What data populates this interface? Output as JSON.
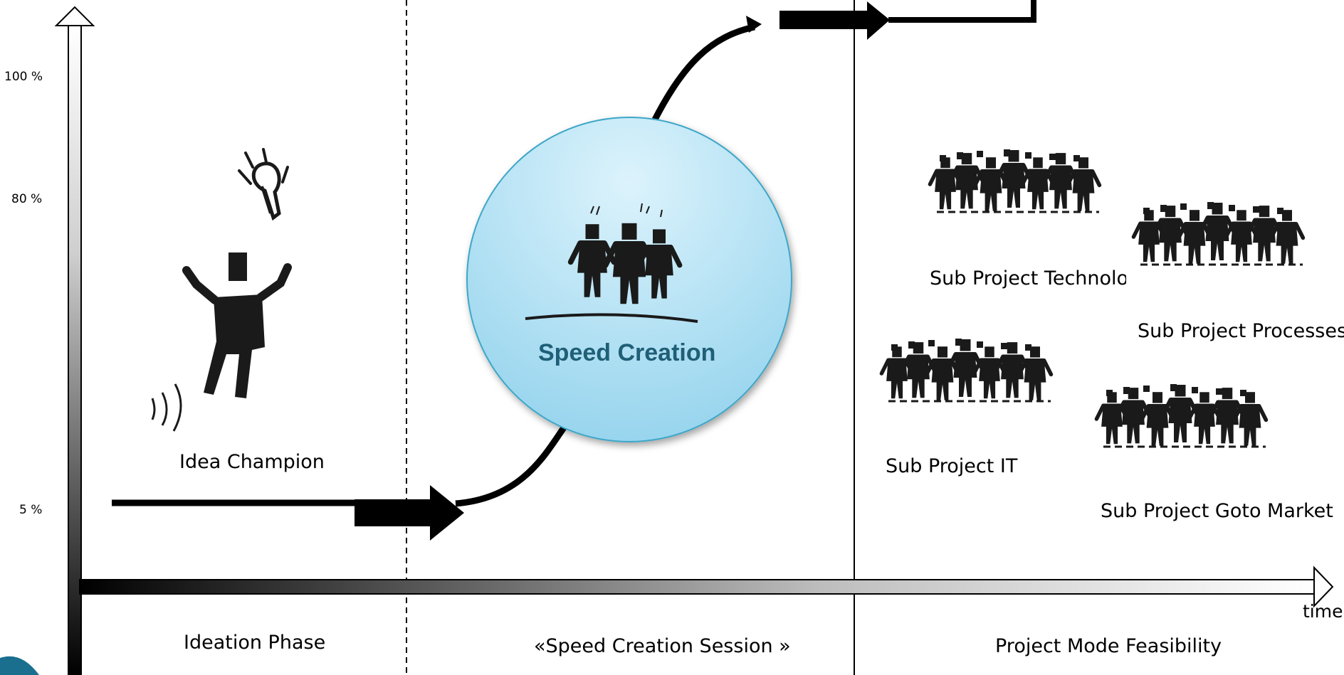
{
  "y_axis": {
    "ticks": [
      "100 %",
      "80 %",
      "5 %"
    ]
  },
  "x_axis": {
    "label": "time"
  },
  "phases": {
    "ideation": "Ideation Phase",
    "session": "«Speed Creation Session »",
    "project": "Project Mode  Feasibility"
  },
  "idea_champion": {
    "caption": "Idea Champion"
  },
  "speed_creation": {
    "title": "Speed Creation"
  },
  "sub_projects": {
    "technology": "Sub Project Technolo",
    "processes": "Sub Project Processes",
    "it": "Sub Project IT",
    "goto_market": "Sub Project Goto Market"
  },
  "colors": {
    "circle_top": "#d8f1fb",
    "circle_bottom": "#8fd3ee",
    "circle_stroke": "#3ea7c8",
    "circle_text": "#1f5f77",
    "corner_accent": "#1a6f8f"
  }
}
